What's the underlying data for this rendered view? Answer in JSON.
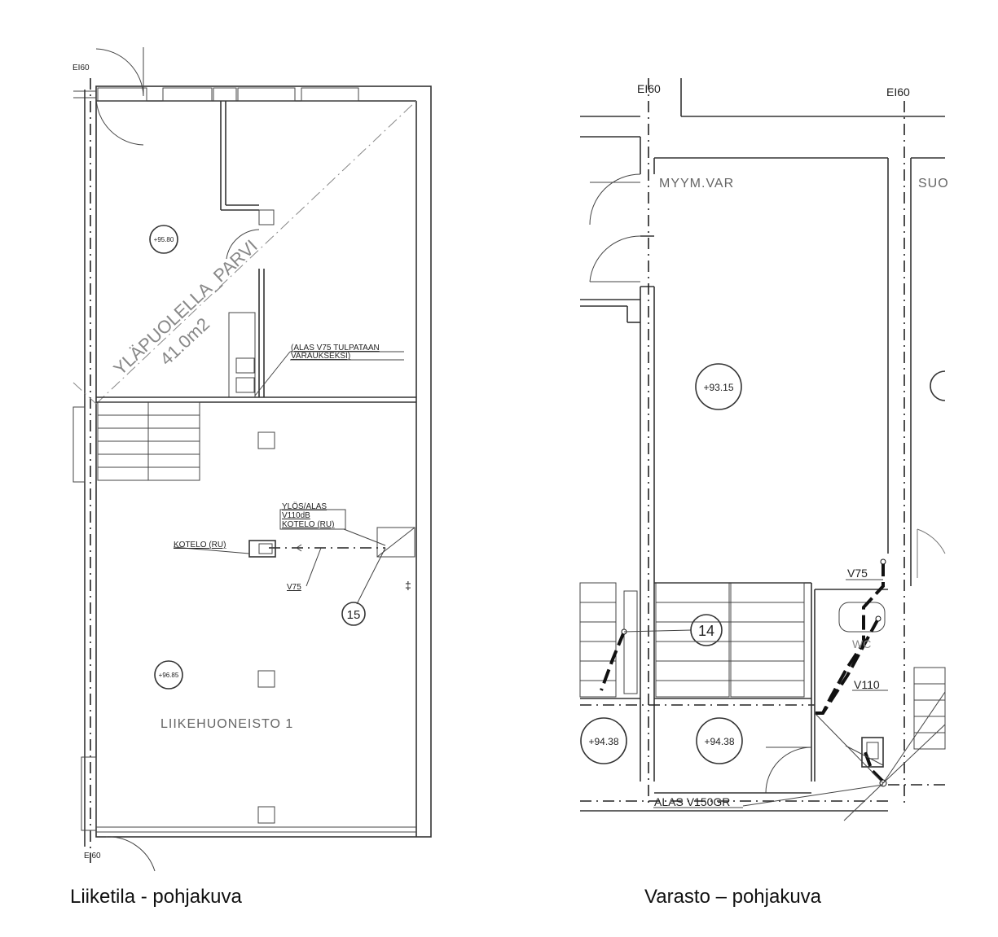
{
  "left_plan": {
    "caption": "Liiketila - pohjakuva",
    "fire_labels": [
      "EI60",
      "EI60"
    ],
    "mezzanine_label": "YLÄPUOLELLA_PARVI",
    "mezzanine_area": "41.0m2",
    "elevations": [
      "+95.80",
      "+96.85"
    ],
    "note_v75_line1": "(ALAS V75 TULPATAAN",
    "note_v75_line2": "VARAUKSEKSI)",
    "note_riser_line1": "YLÖS/ALAS",
    "note_riser_line2": "V110dB",
    "note_riser_line3": "KOTELO (RU)",
    "kotelo_label": "KOTELO (RU)",
    "v75_label": "V75",
    "marker": "15",
    "room_name": "LIIKEHUONEISTO 1"
  },
  "right_plan": {
    "caption": "Varasto – pohjakuva",
    "fire_labels": [
      "EI60",
      "EI60"
    ],
    "room_myym": "MYYM.VAR",
    "room_partial": "SUO",
    "elevations": [
      "+93.15",
      "+94.38",
      "+94.38"
    ],
    "v75_label": "V75",
    "v110_label": "V110",
    "wc_label": "WC",
    "marker": "14",
    "alas_label": "ALAS V150GR"
  }
}
